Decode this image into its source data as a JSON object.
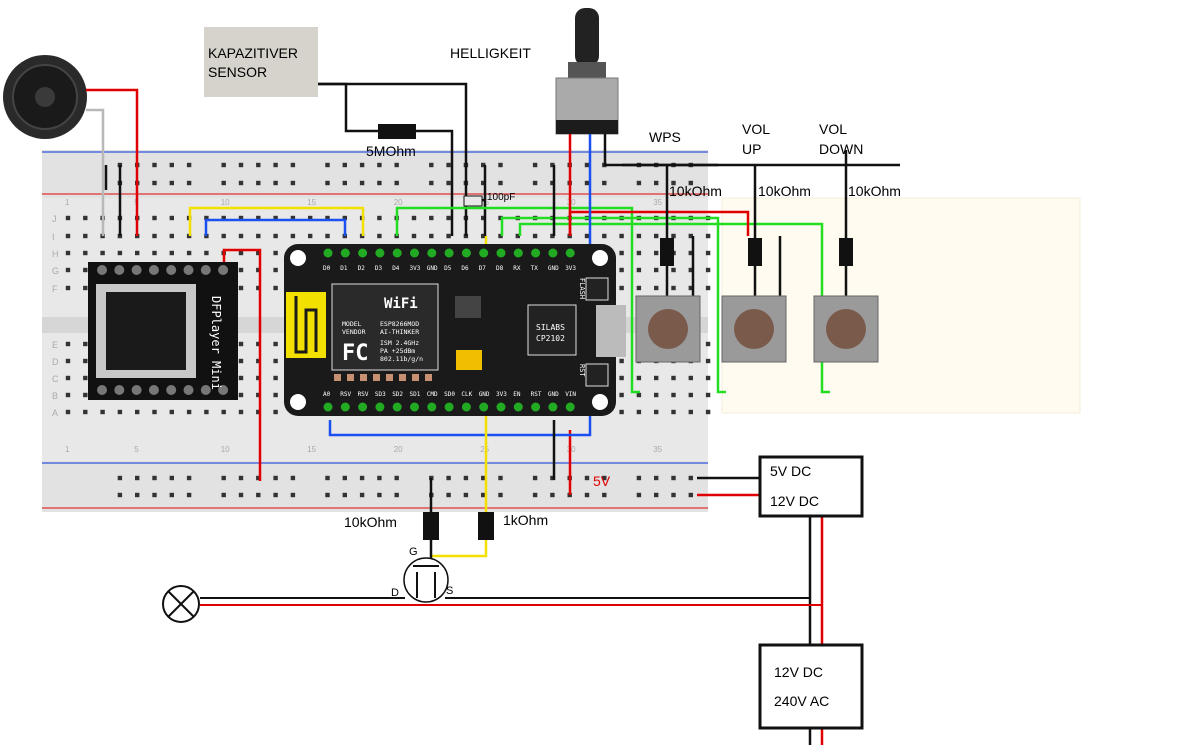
{
  "labels": {
    "cap_sensor": [
      "KAPAZITIVER",
      "SENSOR"
    ],
    "brightness": "HELLIGKEIT",
    "r_5m": "5MOhm",
    "c_100p": "100pF",
    "wps": "WPS",
    "vol_up": [
      "VOL",
      "UP"
    ],
    "vol_down": [
      "VOL",
      "DOWN"
    ],
    "r_btn": [
      "10kOhm",
      "10kOhm",
      "10kOhm"
    ],
    "r_gate_pull": "10kOhm",
    "r_gate": "1kOhm",
    "v5": "5V",
    "psu_dc": [
      "5V DC",
      "12V DC"
    ],
    "psu_ac": [
      "12V DC",
      "240V AC"
    ],
    "mosfet": {
      "g": "G",
      "d": "D",
      "s": "S"
    }
  },
  "dfplayer": {
    "name": "DFPlayer Mini"
  },
  "nodemcu": {
    "top_pins": [
      "D0",
      "D1",
      "D2",
      "D3",
      "D4",
      "3V3",
      "GND",
      "D5",
      "D6",
      "D7",
      "D8",
      "RX",
      "TX",
      "GND",
      "3V3"
    ],
    "bottom_pins": [
      "A0",
      "RSV",
      "RSV",
      "SD3",
      "SD2",
      "SD1",
      "CMD",
      "SD0",
      "CLK",
      "GND",
      "3V3",
      "EN",
      "RST",
      "GND",
      "VIN"
    ],
    "wifi": "WiFi",
    "module_text": [
      "MODEL",
      "VENDOR",
      "ESP8266MOD",
      "AI-THINKER",
      "ISM 2.4GHz",
      "PA +25dBm",
      "802.11b/g/n"
    ],
    "fc": "FC",
    "chip_text": [
      "SILABS",
      "CP2102"
    ],
    "buttons": [
      "FLASH",
      "RST"
    ]
  },
  "breadboard": {
    "row_letters": [
      "J",
      "I",
      "H",
      "G",
      "F",
      "E",
      "D",
      "C",
      "B",
      "A"
    ],
    "col_numbers": [
      "1",
      "5",
      "10",
      "15",
      "20",
      "25",
      "30",
      "35"
    ]
  },
  "colors": {
    "red": "#e00000",
    "blue": "#1a4ff0",
    "yellow": "#f2e000",
    "green": "#22dd22",
    "gray": "#b8b8b8",
    "black": "#111111",
    "board": "#e8e8e8"
  }
}
